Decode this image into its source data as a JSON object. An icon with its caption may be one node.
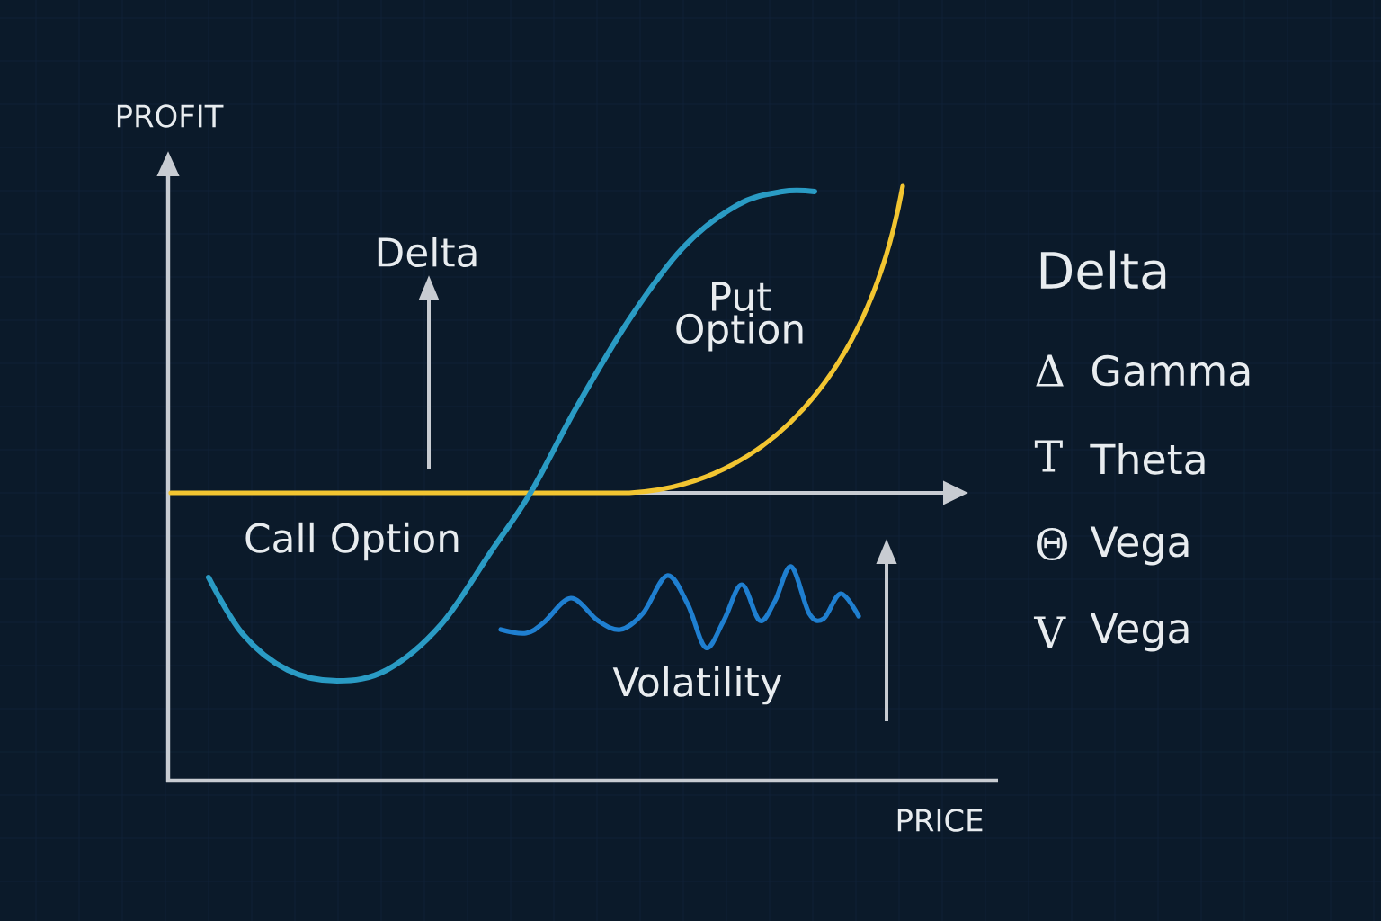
{
  "diagram": {
    "labels": [
      "PROFIT",
      "Delta",
      "Put Option",
      "Call Option",
      "Volatility",
      "PRICE",
      "Delta",
      "Δ",
      "Gamma",
      "T",
      "Theta",
      "Θ",
      "Vega",
      "V",
      "Vega"
    ]
  }
}
